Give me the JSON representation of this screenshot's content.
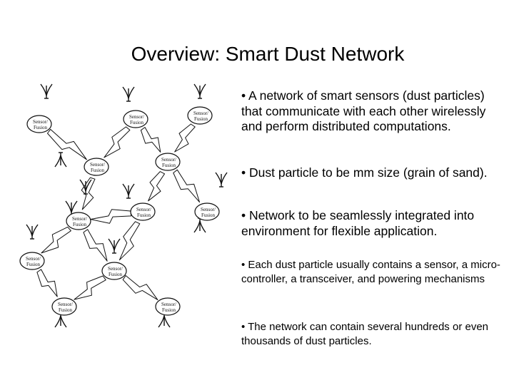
{
  "title": "Overview: Smart Dust Network",
  "diagram": {
    "node_labels": [
      "Sensor/",
      "Fusion"
    ]
  },
  "bullets": [
    "• A network of smart sensors (dust particles) that communicate with each other wirelessly and perform distributed computations.",
    "• Dust particle to be mm size (grain of sand).",
    "• Network to be seamlessly  integrated into environment for flexible application.",
    "• Each dust particle usually contains a sensor, a micro-controller, a transceiver, and powering mechanisms",
    "• The network can contain several hundreds or even thousands of dust particles."
  ]
}
